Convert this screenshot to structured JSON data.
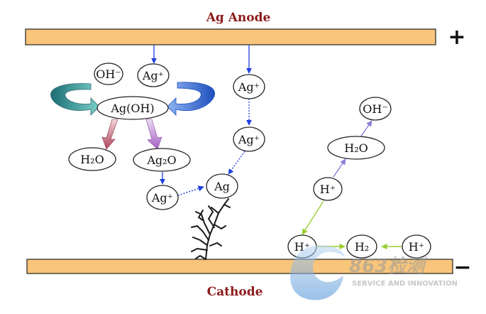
{
  "anode": {
    "title": "Ag Anode",
    "sign": "+"
  },
  "cathode": {
    "title": "Cathode",
    "sign": "−"
  },
  "species": {
    "oh_left": "OH⁻",
    "ag_plus_left": "Ag⁺",
    "ag_oh": "Ag(OH)",
    "h2o_left": "H₂O",
    "ag2o": "Ag₂O",
    "ag_plus_lower": "Ag⁺",
    "ag_plus_mid_top": "Ag⁺",
    "ag_plus_mid_lower": "Ag⁺",
    "ag_deposit": "Ag",
    "oh_right": "OH⁻",
    "h2o_right": "H₂O",
    "h_plus_right": "H⁺",
    "h_plus_cathode": "H⁺",
    "h2_cathode": "H₂",
    "h_plus_cathode_right": "H⁺"
  },
  "watermark": {
    "brand": "863检测",
    "tagline": "SERVICE AND INNOVATION"
  },
  "colors": {
    "electrode_fill": "#f9c57a",
    "electrode_stroke": "#222222",
    "title_color": "#8b1a1a",
    "blue_arrow": "#1f3fe0",
    "green_arrow": "#9acd32",
    "purple_arrow": "#8a7fd6"
  }
}
